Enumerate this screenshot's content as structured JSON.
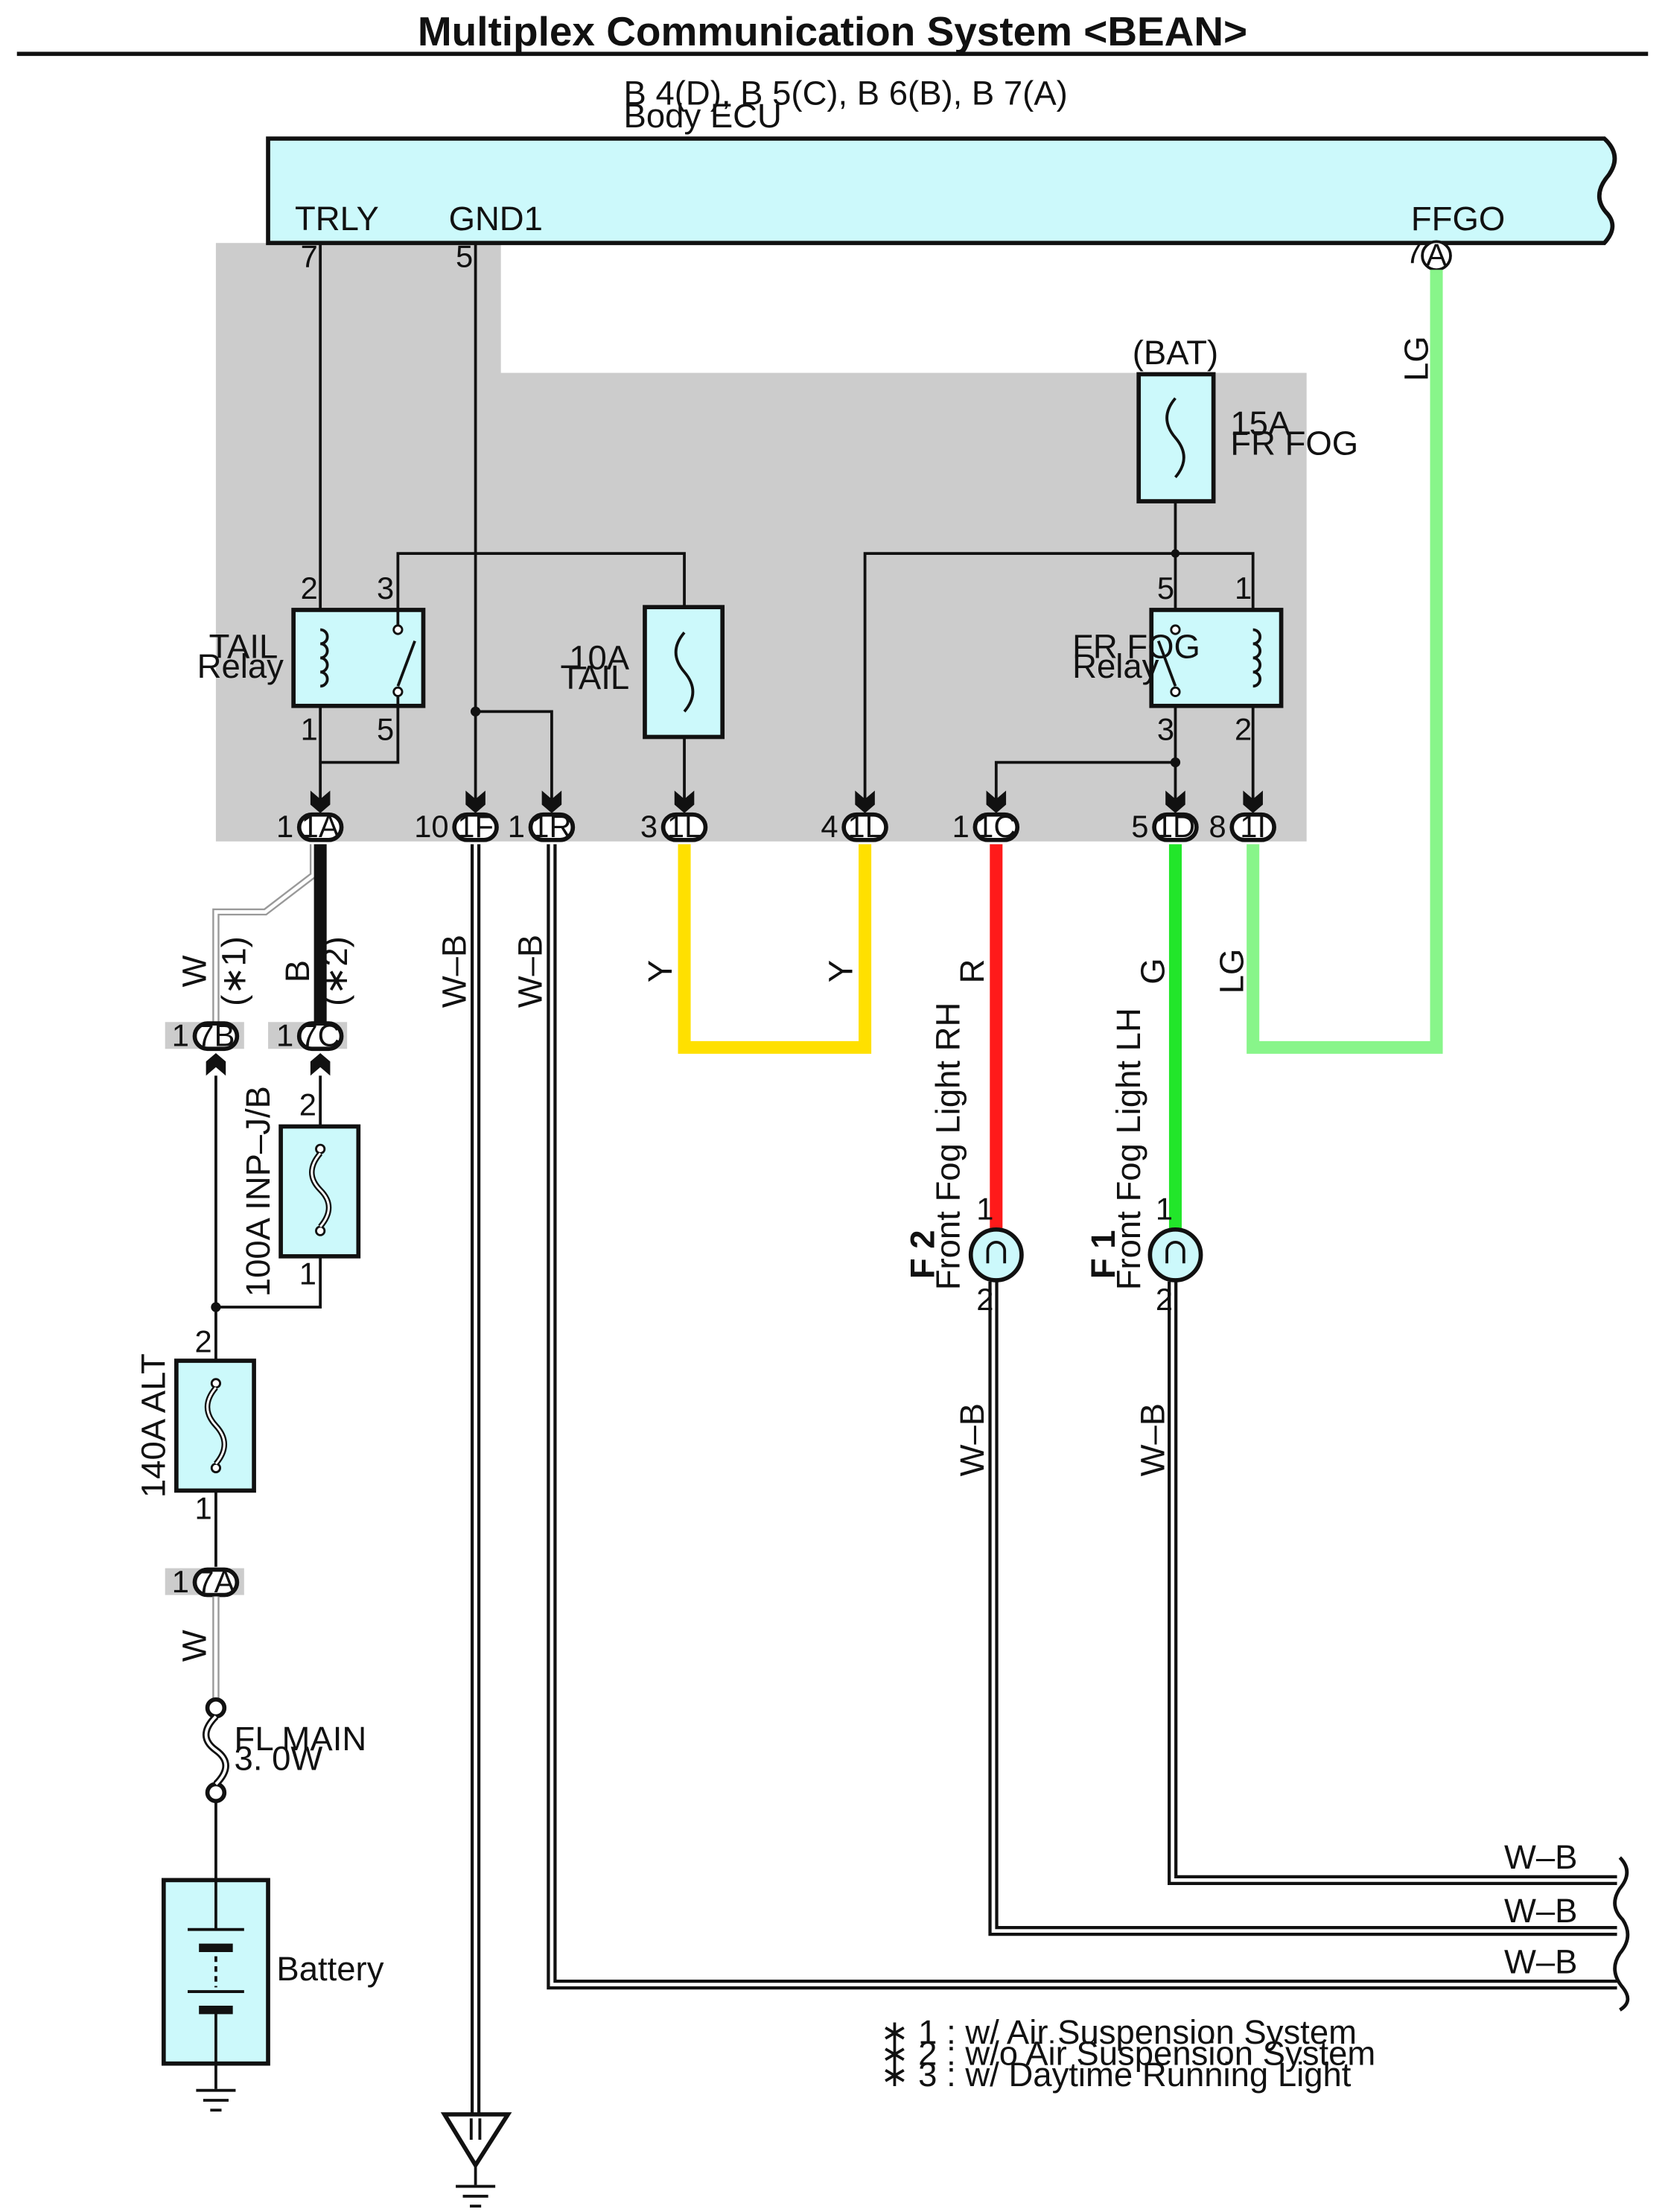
{
  "title": "Multiplex Communication System <BEAN>",
  "ecu": {
    "connectors": "B 4(D), B 5(C), B 6(B), B 7(A)",
    "name": "Body ECU"
  },
  "ecu_terminals": [
    {
      "id": "trly",
      "name": "TRLY",
      "pin": "7"
    },
    {
      "id": "gnd1",
      "name": "GND1",
      "pin": "5"
    },
    {
      "id": "ffgo",
      "name": "FFGO",
      "pin": "7",
      "connector": "A"
    }
  ],
  "jb_connectors": [
    {
      "id": "1a",
      "pin": "1",
      "label": "1A"
    },
    {
      "id": "1f",
      "pin": "10",
      "label": "1F"
    },
    {
      "id": "1r",
      "pin": "1",
      "label": "1R"
    },
    {
      "id": "1l-a",
      "pin": "3",
      "label": "1L"
    },
    {
      "id": "1l-b",
      "pin": "4",
      "label": "1L"
    },
    {
      "id": "1c",
      "pin": "1",
      "label": "1C"
    },
    {
      "id": "1d",
      "pin": "5",
      "label": "1D"
    },
    {
      "id": "1i",
      "pin": "8",
      "label": "1I"
    }
  ],
  "components": {
    "bat": "(BAT)",
    "fr_fog_fuse": {
      "rating": "15A",
      "name": "FR FOG"
    },
    "tail_fuse": {
      "rating": "10A",
      "name": "TAIL"
    },
    "tail_relay": {
      "line1": "TAIL",
      "line2": "Relay",
      "pins": [
        "2",
        "3",
        "1",
        "5"
      ]
    },
    "fr_fog_relay": {
      "line1": "FR FOG",
      "line2": "Relay",
      "pins": [
        "5",
        "1",
        "3",
        "2"
      ]
    },
    "inp_jb_fuse": {
      "name": "100A INP–J/B",
      "pins": [
        "2",
        "1"
      ]
    },
    "alt_fuse": {
      "name": "140A ALT",
      "pins": [
        "2",
        "1"
      ]
    },
    "fl_main": {
      "line1": "FL MAIN",
      "line2": "3. 0W"
    },
    "battery": "Battery",
    "fog_rh": {
      "code": "F 2",
      "name": "Front Fog Light RH",
      "pins": [
        "1",
        "2"
      ]
    },
    "fog_lh": {
      "code": "F 1",
      "name": "Front Fog Light LH",
      "pins": [
        "1",
        "2"
      ]
    }
  },
  "lower_connectors": [
    {
      "id": "7b",
      "pin": "1",
      "label": "7B"
    },
    {
      "id": "7c",
      "pin": "1",
      "label": "7C"
    },
    {
      "id": "7a",
      "pin": "1",
      "label": "7A"
    }
  ],
  "wire_labels": {
    "lg_top": "LG",
    "w_alt": "W",
    "note1": "(∗1)",
    "b_alt": "B",
    "note2": "(∗2)",
    "wb_1f": "W–B",
    "wb_1r": "W–B",
    "y_left": "Y",
    "y_right": "Y",
    "r": "R",
    "g": "G",
    "lg": "LG",
    "w_lower": "W",
    "wb_rh": "W–B",
    "wb_lh": "W–B",
    "wb_out1": "W–B",
    "wb_out2": "W–B",
    "wb_out3": "W–B"
  },
  "ground_symbol": "II",
  "notes": [
    "∗ 1 : w/ Air Suspension System",
    "∗ 2 : w/o Air Suspension System",
    "∗ 3 : w/ Daytime Running Light"
  ],
  "colors": {
    "ecu_fill": "#ccf9fb",
    "jb_fill": "#cccccc",
    "wire_y": "#ffe000",
    "wire_r": "#ff1a1a",
    "wire_g": "#22e62a",
    "wire_lg": "#88f58a",
    "wire_b": "#111111"
  }
}
